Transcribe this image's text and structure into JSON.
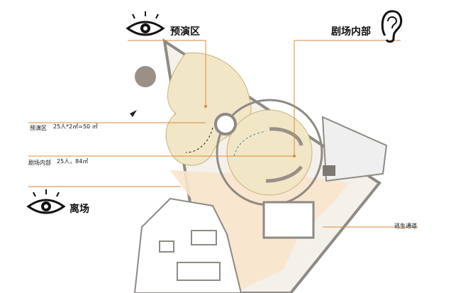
{
  "headings": {
    "preshow": "预演区",
    "theater_inside": "剧场内部",
    "exit": "离场"
  },
  "annotations": {
    "preshow_label": "预演区",
    "preshow_value": "25人*2㎡=50 ㎡",
    "theater_label": "剧场内部",
    "theater_value": "25人，84㎡",
    "escape_route": "逃生通道"
  },
  "icons": [
    "eye-icon",
    "ear-icon"
  ],
  "colors": {
    "accent_line": "#d98a3c",
    "zone_fill": "#f1e7c6",
    "zone_stroke": "#c9b27a",
    "path_fill": "#f9e4cc",
    "wall": "#8e8a84",
    "grey_circle": "#9a9088"
  }
}
